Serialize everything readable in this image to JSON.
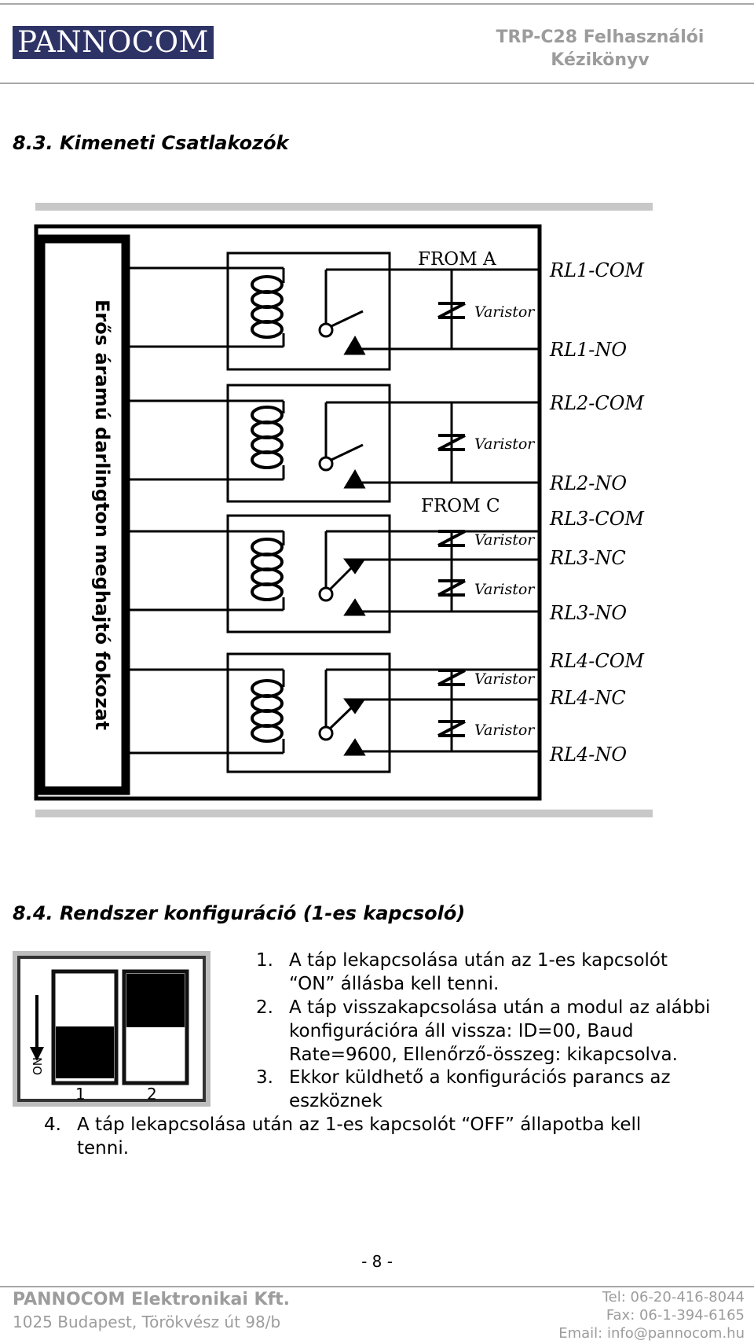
{
  "header": {
    "logo_text": "PANNOCOM",
    "doc_title": "TRP-C28 Felhasználói Kézikönyv"
  },
  "section_83": {
    "heading": "8.3. Kimeneti Csatlakozók",
    "diagram": {
      "driver_label": "Erős áramú darlington meghajtó fokozat",
      "form_a": "FROM A",
      "form_c": "FROM C",
      "varistor": "Varistor",
      "terminals": [
        "RL1-COM",
        "RL1-NO",
        "RL2-COM",
        "RL2-NO",
        "RL3-COM",
        "RL3-NC",
        "RL3-NO",
        "RL4-COM",
        "RL4-NC",
        "RL4-NO"
      ]
    }
  },
  "section_84": {
    "heading": "8.4. Rendszer konfiguráció (1-es kapcsoló)",
    "switch": {
      "on_label": "ON",
      "switch1": "1",
      "switch2": "2"
    },
    "items": [
      {
        "num": "1.",
        "line1": "A táp lekapcsolása után az 1-es kapcsolót",
        "line2": "“ON” állásba kell tenni."
      },
      {
        "num": "2.",
        "line1": "A táp visszakapcsolása után a modul az alábbi",
        "line2": "konfigurációra áll vissza: ID=00, Baud",
        "line3": "Rate=9600, Ellenőrző-összeg: kikapcsolva."
      },
      {
        "num": "3.",
        "line1": "Ekkor küldhető a konfigurációs parancs az",
        "line2": "eszköznek"
      },
      {
        "num": "4.",
        "line1": "A táp lekapcsolása után az 1-es kapcsolót “OFF” állapotba kell",
        "line2": "tenni."
      }
    ]
  },
  "page_number": "- 8 -",
  "footer": {
    "company": "PANNOCOM Elektronikai Kft.",
    "address": "1025 Budapest, Törökvész út 98/b",
    "tel": "Tel: 06-20-416-8044",
    "fax": "Fax: 06-1-394-6165",
    "email": "Email: info@pannocom.hu"
  }
}
